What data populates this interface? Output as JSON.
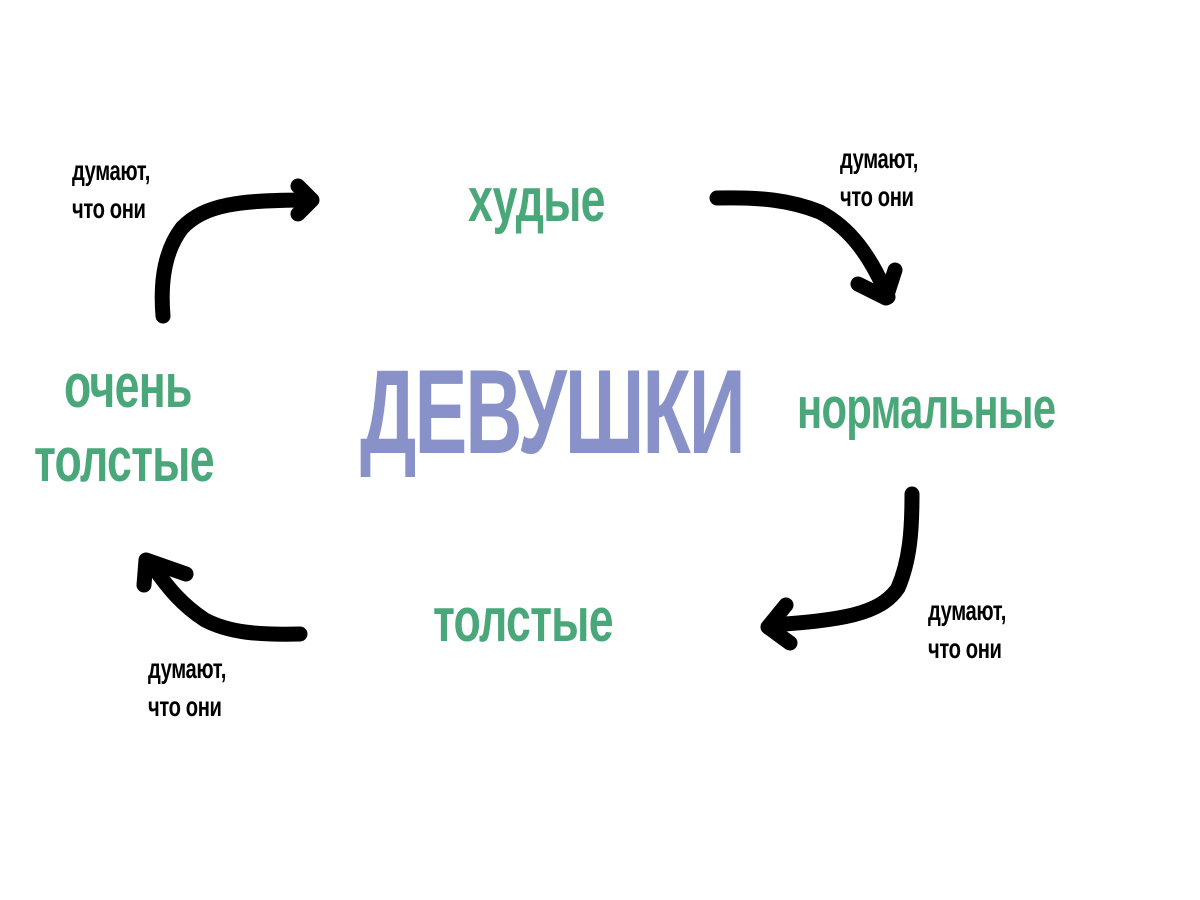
{
  "diagram": {
    "title": "ДЕВУШКИ",
    "type": "cycle",
    "colors": {
      "title": "#8892c8",
      "nodes": "#4aa77a",
      "arrows": "#000000",
      "notes": "#000000",
      "background": "#ffffff"
    },
    "nodes": [
      {
        "id": "thin",
        "label": "худые"
      },
      {
        "id": "normal",
        "label": "нормальные"
      },
      {
        "id": "fat",
        "label": "толстые"
      },
      {
        "id": "very-fat",
        "label_line1": "очень",
        "label_line2": "толстые"
      }
    ],
    "edges": [
      {
        "from": "thin",
        "to": "normal",
        "note_line1": "думают,",
        "note_line2": "что они"
      },
      {
        "from": "normal",
        "to": "fat",
        "note_line1": "думают,",
        "note_line2": "что они"
      },
      {
        "from": "fat",
        "to": "very-fat",
        "note_line1": "думают,",
        "note_line2": "что они"
      },
      {
        "from": "very-fat",
        "to": "thin",
        "note_line1": "думают,",
        "note_line2": "что они"
      }
    ]
  }
}
